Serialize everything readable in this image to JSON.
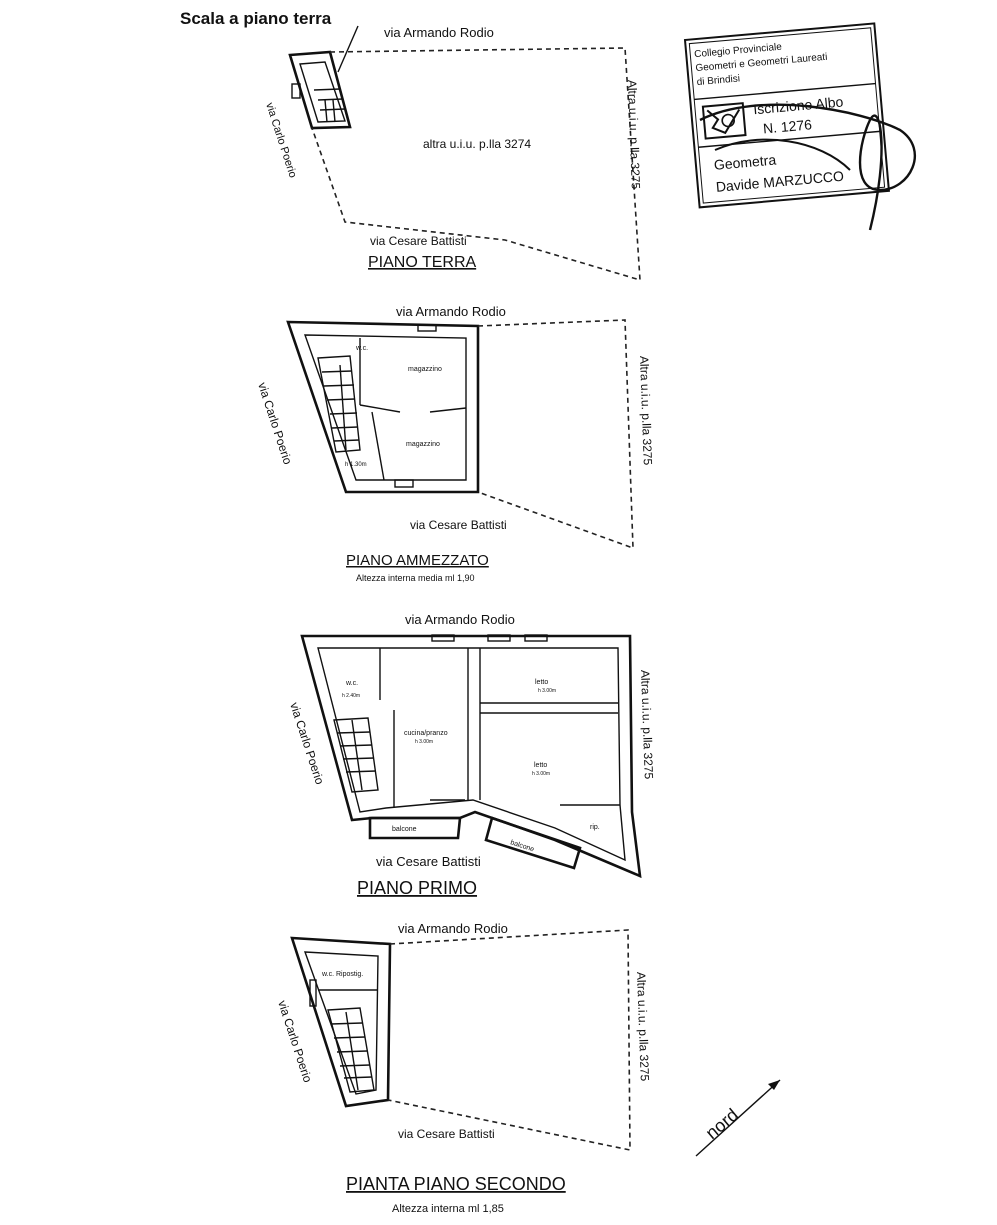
{
  "stair_note": "Scala a piano terra",
  "floors": [
    {
      "id": "terra",
      "title": "PIANO TERRA",
      "subtitle": "",
      "north_street": "via Armando Rodio",
      "south_street": "via Cesare Battisti",
      "west_street": "via Carlo Poerio",
      "east_label": "Altra u.i.u. p.lla 3275",
      "center_label": "altra u.i.u. p.lla 3274",
      "rooms": []
    },
    {
      "id": "ammezzato",
      "title": "PIANO AMMEZZATO",
      "subtitle": "Altezza interna media ml 1,90",
      "north_street": "via Armando Rodio",
      "south_street": "via Cesare Battisti",
      "west_street": "via Carlo Poerio",
      "east_label": "Altra u.i.u. p.lla 3275",
      "rooms": [
        "w.c.",
        "magazzino",
        "magazzino",
        "h 1.30m"
      ]
    },
    {
      "id": "primo",
      "title": "PIANO PRIMO",
      "subtitle": "",
      "north_street": "via Armando Rodio",
      "south_street": "via Cesare Battisti",
      "west_street": "via Carlo Poerio",
      "east_label": "Altra u.i.u. p.lla 3275",
      "rooms": [
        "w.c.",
        "h 2.40m",
        "cucina/pranzo",
        "h 3.00m",
        "letto",
        "h 3.00m",
        "letto",
        "h 3.00m",
        "balcone",
        "balcone",
        "rip."
      ]
    },
    {
      "id": "secondo",
      "title": "PIANTA PIANO SECONDO",
      "subtitle": "Altezza interna  ml 1,85",
      "north_street": "via Armando Rodio",
      "south_street": "via Cesare Battisti",
      "west_street": "via Carlo Poerio",
      "east_label": "Altra u.i.u. p.lla 3275",
      "rooms": [
        "w.c. Ripostig."
      ]
    }
  ],
  "north_arrow": "nord",
  "stamp": {
    "lines": [
      "Collegio Provinciale",
      "Geometri e Geometri Laureati",
      "di Brindisi",
      "Iscrizione Albo",
      "N. 1276",
      "Geometra",
      "Davide MARZUCCO"
    ]
  }
}
